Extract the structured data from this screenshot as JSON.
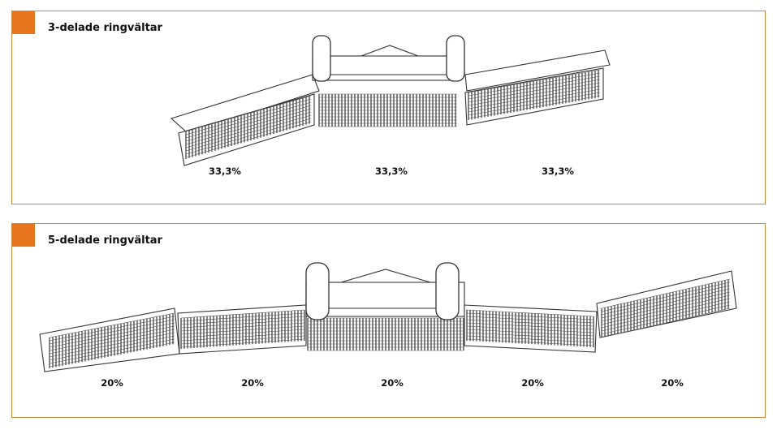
{
  "sections": [
    {
      "title": "3-delade ringvältar",
      "segments": [
        "33,3%",
        "33,3%",
        "33,3%"
      ]
    },
    {
      "title": "5-delade ringvältar",
      "segments": [
        "20%",
        "20%",
        "20%",
        "20%",
        "20%"
      ]
    }
  ],
  "colors": {
    "accent": "#e8761e",
    "border": "#d2883a",
    "drawing": "#333333"
  },
  "icons": [
    "section-marker",
    "roller-drawing"
  ]
}
